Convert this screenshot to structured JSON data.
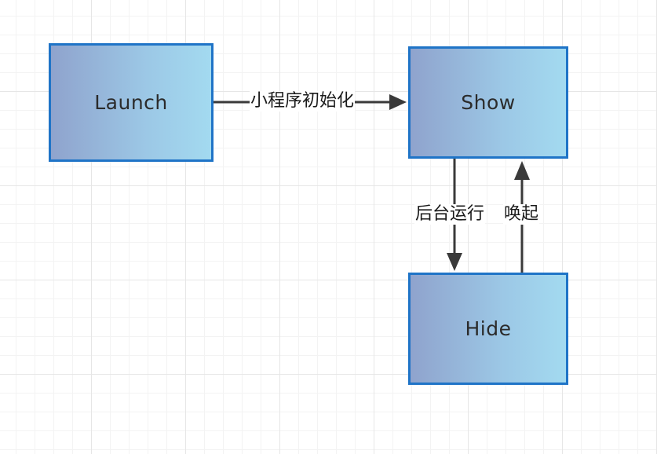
{
  "diagram": {
    "nodes": [
      {
        "id": "launch",
        "label": "Launch"
      },
      {
        "id": "show",
        "label": "Show"
      },
      {
        "id": "hide",
        "label": "Hide"
      }
    ],
    "edges": [
      {
        "from": "launch",
        "to": "show",
        "label": "小程序初始化"
      },
      {
        "from": "show",
        "to": "hide",
        "label": "后台运行"
      },
      {
        "from": "hide",
        "to": "show",
        "label": "唤起"
      }
    ],
    "colors": {
      "node_border": "#1f74c7",
      "node_fill_left": "#8fa3cd",
      "node_fill_right": "#a3daf0",
      "edge": "#3a3a3a"
    }
  }
}
